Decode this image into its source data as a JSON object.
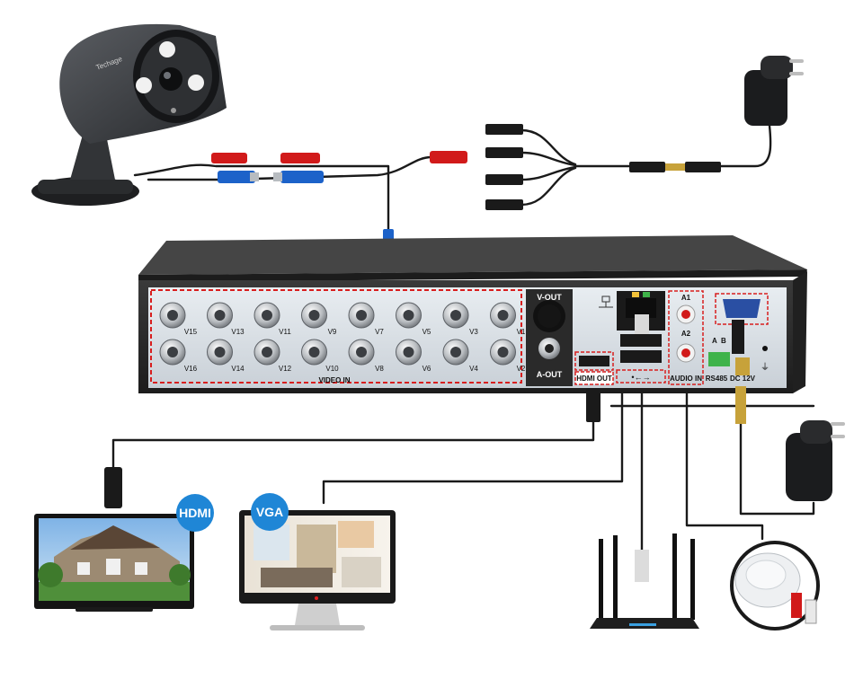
{
  "camera": {
    "brand": "Techage"
  },
  "dvr": {
    "video_in_label": "VIDEO IN",
    "video_ports_top": [
      "V15",
      "V13",
      "V11",
      "V9",
      "V7",
      "V5",
      "V3",
      "V1"
    ],
    "video_ports_bottom": [
      "V16",
      "V14",
      "V12",
      "V10",
      "V8",
      "V6",
      "V4",
      "V2"
    ],
    "vout_label": "V-OUT",
    "aout_label": "A-OUT",
    "hdmi_label": "HDMI OUT",
    "usb_label": "•←→",
    "audio_in_label": "AUDIO IN",
    "a1_label": "A1",
    "a2_label": "A2",
    "rs485_a_label": "A",
    "rs485_b_label": "B",
    "rs485_label": "RS485",
    "dc_label": "DC 12V",
    "ground_symbol": "⏚"
  },
  "monitors": {
    "hdmi_badge": "HDMI",
    "vga_badge": "VGA"
  },
  "colors": {
    "dvr_body": "#2b2b2b",
    "panel": "#d9dfe5",
    "highlight_dash": "#d81e1e",
    "badge_blue": "#1f86d6",
    "bnc_red": "#d11a1a",
    "bnc_blue": "#1c62c9"
  }
}
